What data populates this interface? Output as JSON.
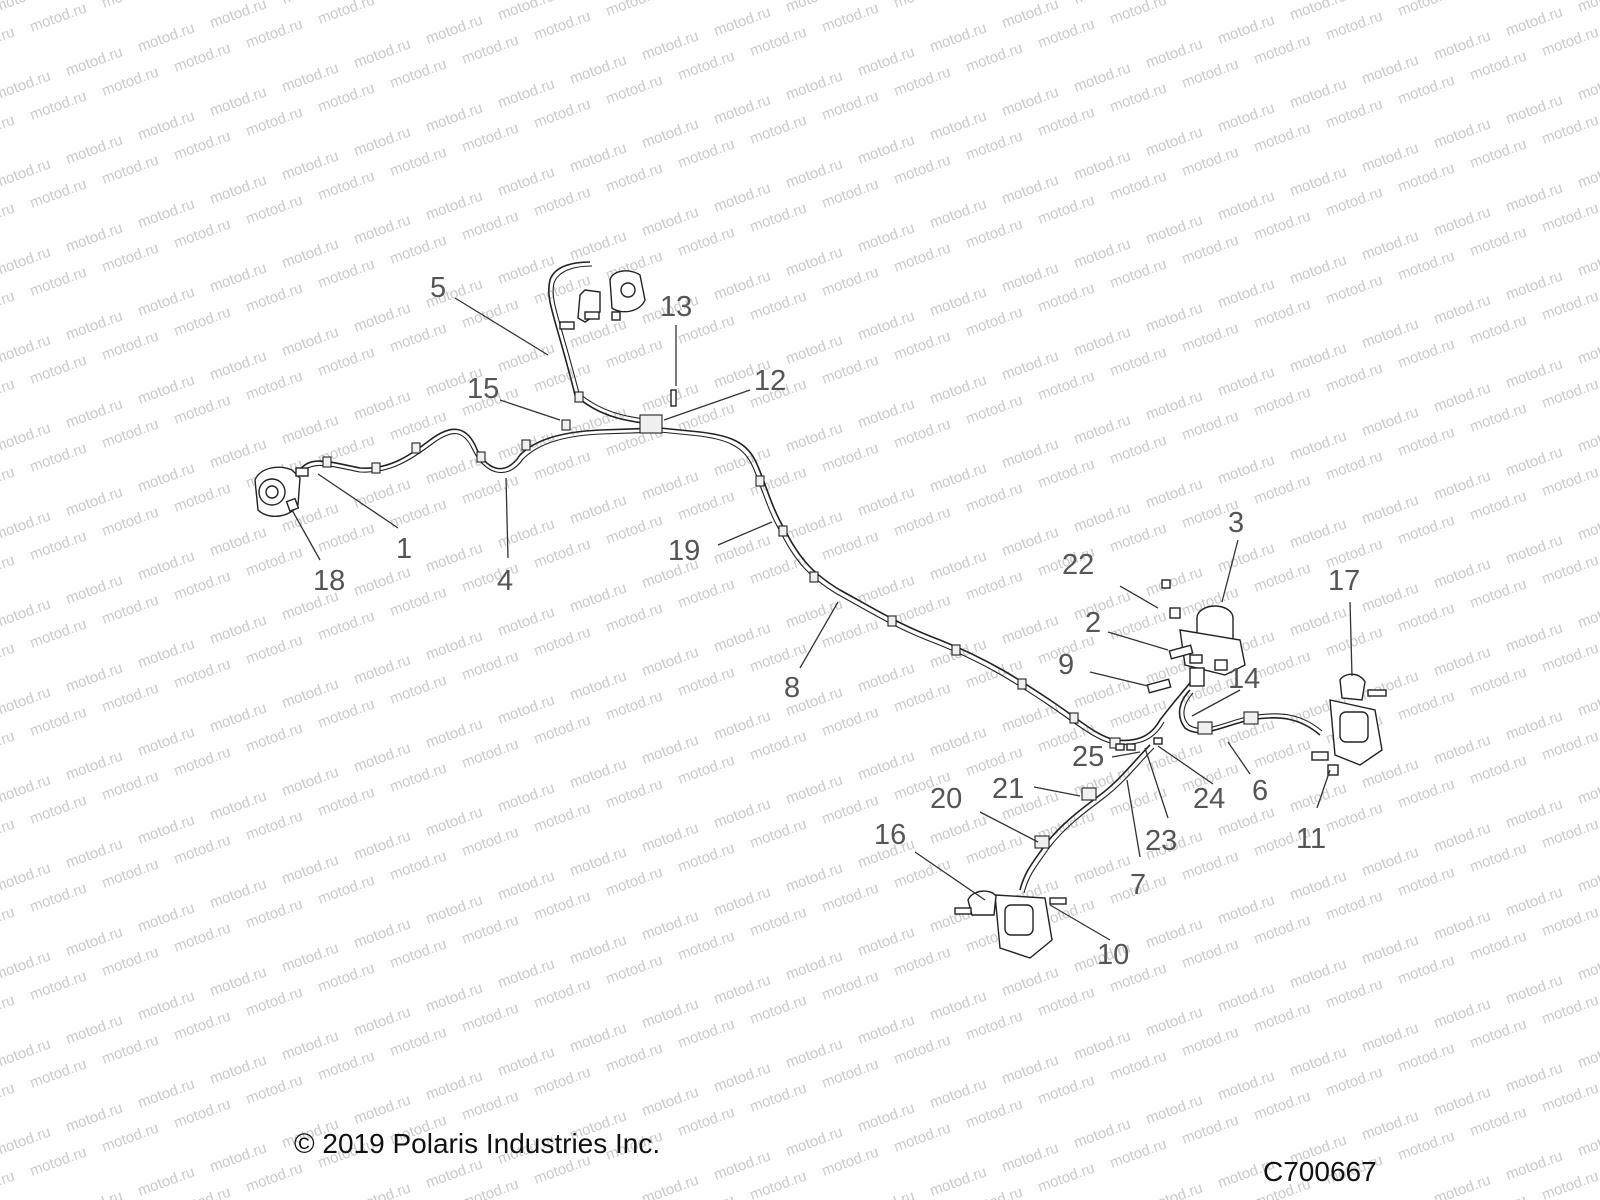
{
  "watermark": "motod.ru",
  "callouts": [
    {
      "id": "c1",
      "label": "1"
    },
    {
      "id": "c2",
      "label": "2"
    },
    {
      "id": "c3",
      "label": "3"
    },
    {
      "id": "c4",
      "label": "4"
    },
    {
      "id": "c5",
      "label": "5"
    },
    {
      "id": "c6",
      "label": "6"
    },
    {
      "id": "c7",
      "label": "7"
    },
    {
      "id": "c8",
      "label": "8"
    },
    {
      "id": "c9",
      "label": "9"
    },
    {
      "id": "c10",
      "label": "10"
    },
    {
      "id": "c11",
      "label": "11"
    },
    {
      "id": "c12",
      "label": "12"
    },
    {
      "id": "c13",
      "label": "13"
    },
    {
      "id": "c14",
      "label": "14"
    },
    {
      "id": "c15",
      "label": "15"
    },
    {
      "id": "c16",
      "label": "16"
    },
    {
      "id": "c17",
      "label": "17"
    },
    {
      "id": "c18",
      "label": "18"
    },
    {
      "id": "c19",
      "label": "19"
    },
    {
      "id": "c20",
      "label": "20"
    },
    {
      "id": "c21",
      "label": "21"
    },
    {
      "id": "c22",
      "label": "22"
    },
    {
      "id": "c23",
      "label": "23"
    },
    {
      "id": "c24",
      "label": "24"
    },
    {
      "id": "c25",
      "label": "25"
    }
  ],
  "copyright": "© 2019 Polaris Industries Inc.",
  "figure_code": "C700667"
}
